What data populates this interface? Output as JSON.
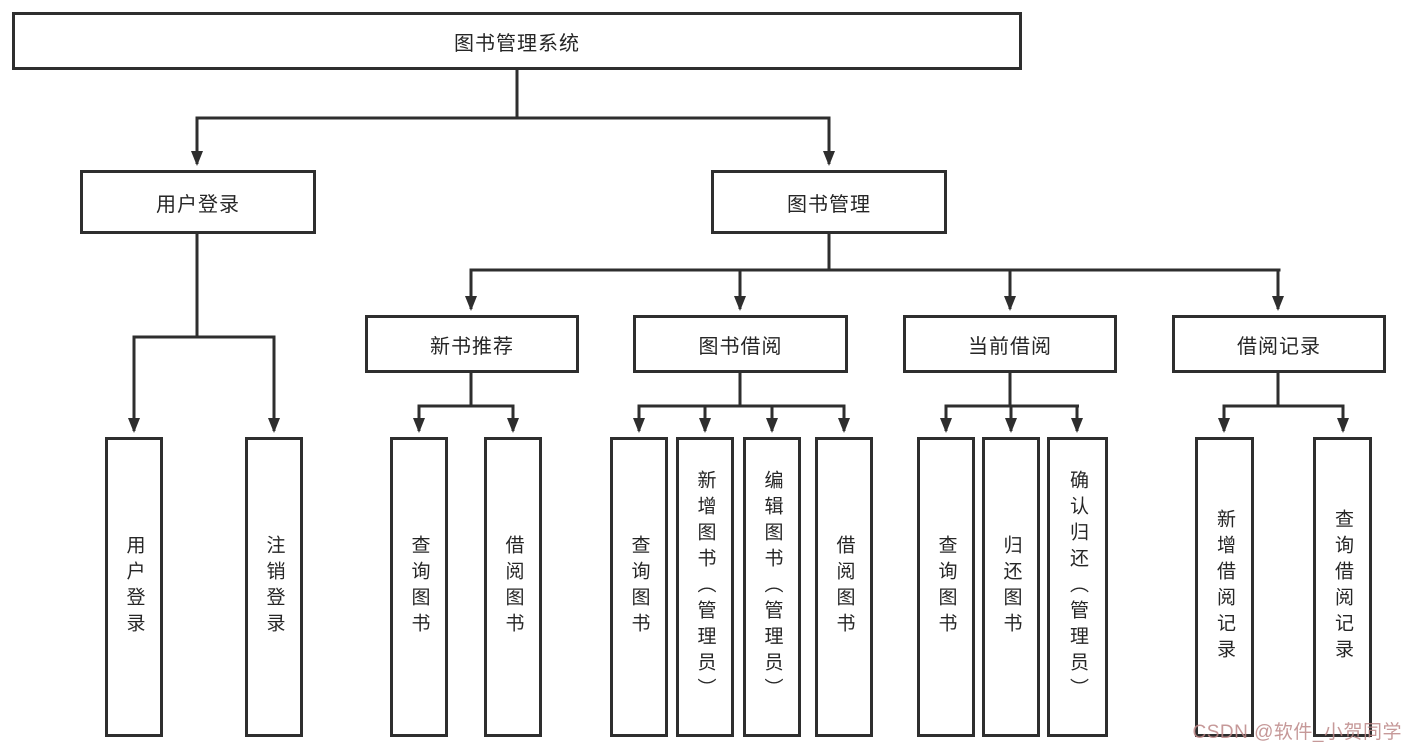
{
  "diagram": {
    "root": {
      "label": "图书管理系统"
    },
    "level2": [
      {
        "label": "用户登录"
      },
      {
        "label": "图书管理"
      }
    ],
    "level3": [
      {
        "label": "新书推荐"
      },
      {
        "label": "图书借阅"
      },
      {
        "label": "当前借阅"
      },
      {
        "label": "借阅记录"
      }
    ],
    "leaves": {
      "login": [
        "用户登录",
        "注销登录"
      ],
      "recommend": [
        "查询图书",
        "借阅图书"
      ],
      "borrow": [
        "查询图书",
        "新增图书（管理员）",
        "编辑图书（管理员）",
        "借阅图书"
      ],
      "current": [
        "查询图书",
        "归还图书",
        "确认归还（管理员）"
      ],
      "records": [
        "新增借阅记录",
        "查询借阅记录"
      ]
    }
  },
  "watermark": {
    "text": "CSDN @软件_小贺同学"
  },
  "colors": {
    "line": "#2e2e2e",
    "box_border": "#2e2e2e",
    "text": "#262626",
    "background": "#ffffff",
    "watermark": "#bc8787"
  }
}
